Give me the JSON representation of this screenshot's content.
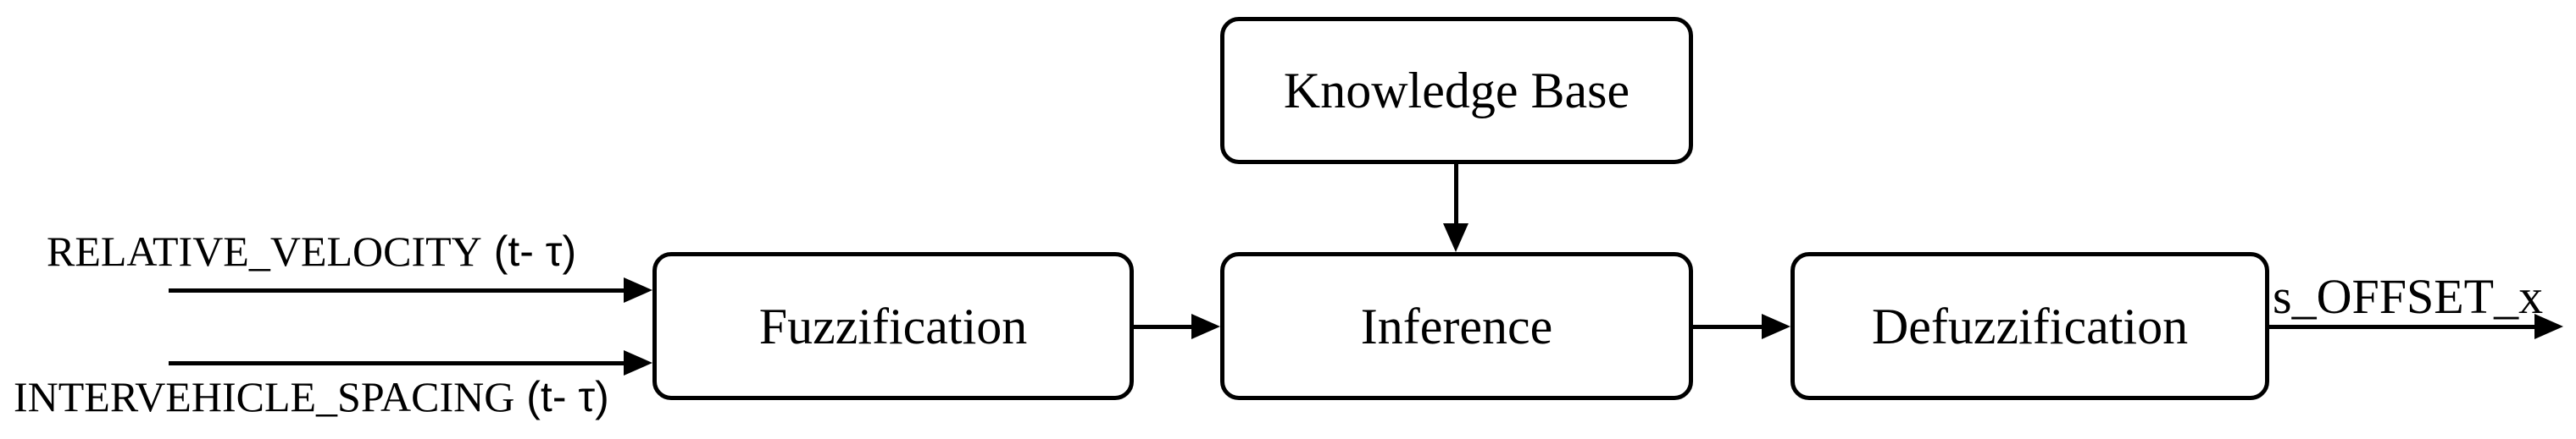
{
  "diagram": {
    "background_color": "#ffffff",
    "stroke_color": "#000000",
    "inputs": [
      {
        "name": "RELATIVE_VELOCITY",
        "suffix": " (t- τ)"
      },
      {
        "name": "INTERVEHICLE_SPACING",
        "suffix": " (t- τ)"
      }
    ],
    "blocks": [
      {
        "id": "knowledge-base",
        "label": "Knowledge Base"
      },
      {
        "id": "fuzzification",
        "label": "Fuzzification"
      },
      {
        "id": "inference",
        "label": "Inference"
      },
      {
        "id": "defuzzification",
        "label": "Defuzzification"
      }
    ],
    "output": {
      "name": "s_OFFSET_x"
    },
    "connections": [
      {
        "from": "input-relative-velocity",
        "to": "fuzzification"
      },
      {
        "from": "input-intervehicle-spacing",
        "to": "fuzzification"
      },
      {
        "from": "knowledge-base",
        "to": "inference"
      },
      {
        "from": "fuzzification",
        "to": "inference"
      },
      {
        "from": "inference",
        "to": "defuzzification"
      },
      {
        "from": "defuzzification",
        "to": "output-s-offset-x"
      }
    ]
  }
}
